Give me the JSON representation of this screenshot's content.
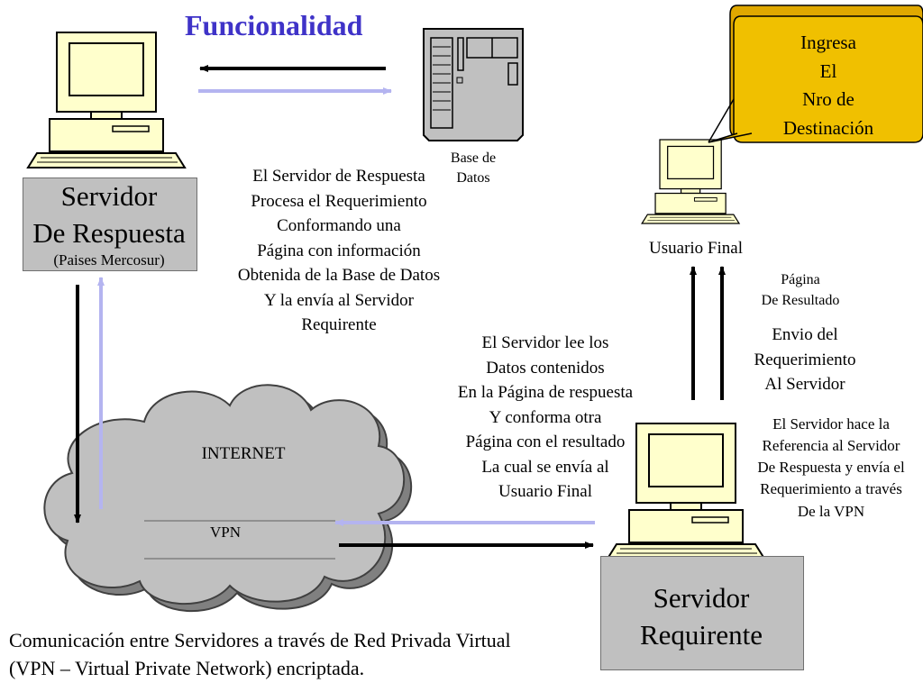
{
  "title": "Funcionalidad",
  "server_respuesta": {
    "name_line1": "Servidor",
    "name_line2": "De Respuesta",
    "subtitle": "(Paises Mercosur)"
  },
  "server_requirente": {
    "name_line1": "Servidor",
    "name_line2": "Requirente"
  },
  "database": {
    "label_line1": "Base de",
    "label_line2": "Datos"
  },
  "end_user": {
    "label": "Usuario Final"
  },
  "callout": {
    "lines": [
      "Ingresa",
      "El",
      "Nro de",
      "Destinación"
    ]
  },
  "cloud": {
    "internet_label": "INTERNET",
    "vpn_label": "VPN"
  },
  "notes": {
    "respuesta_process": [
      "El Servidor de Respuesta",
      "Procesa el Requerimiento",
      "Conformando una",
      "Página con información",
      "Obtenida de la Base de Datos",
      "Y la envía al Servidor",
      "Requirente"
    ],
    "requirente_reads": [
      "El Servidor lee los",
      "Datos contenidos",
      "En la Página de respuesta",
      "Y conforma otra",
      "Página con el resultado",
      "La cual se envía al",
      "Usuario Final"
    ],
    "pagina_resultado": [
      "Página",
      "De Resultado"
    ],
    "envio_requerimiento": [
      "Envio del",
      "Requerimiento",
      "Al Servidor"
    ],
    "referencia": [
      "El Servidor hace la",
      "Referencia al Servidor",
      "De Respuesta y envía el",
      "Requerimiento a través",
      "De la VPN"
    ]
  },
  "footer": {
    "line1": "Comunicación entre Servidores a través de Red Privada Virtual",
    "line2": "(VPN – Virtual Private Network) encriptada."
  },
  "colors": {
    "title": "#3f33c8",
    "computer_body": "#ffffcc",
    "label_box": "#c0c0c0",
    "cloud": "#c0c0c0",
    "callout": "#f0c000",
    "arrow_dark": "#000000",
    "arrow_light": "#b4b4f0"
  }
}
